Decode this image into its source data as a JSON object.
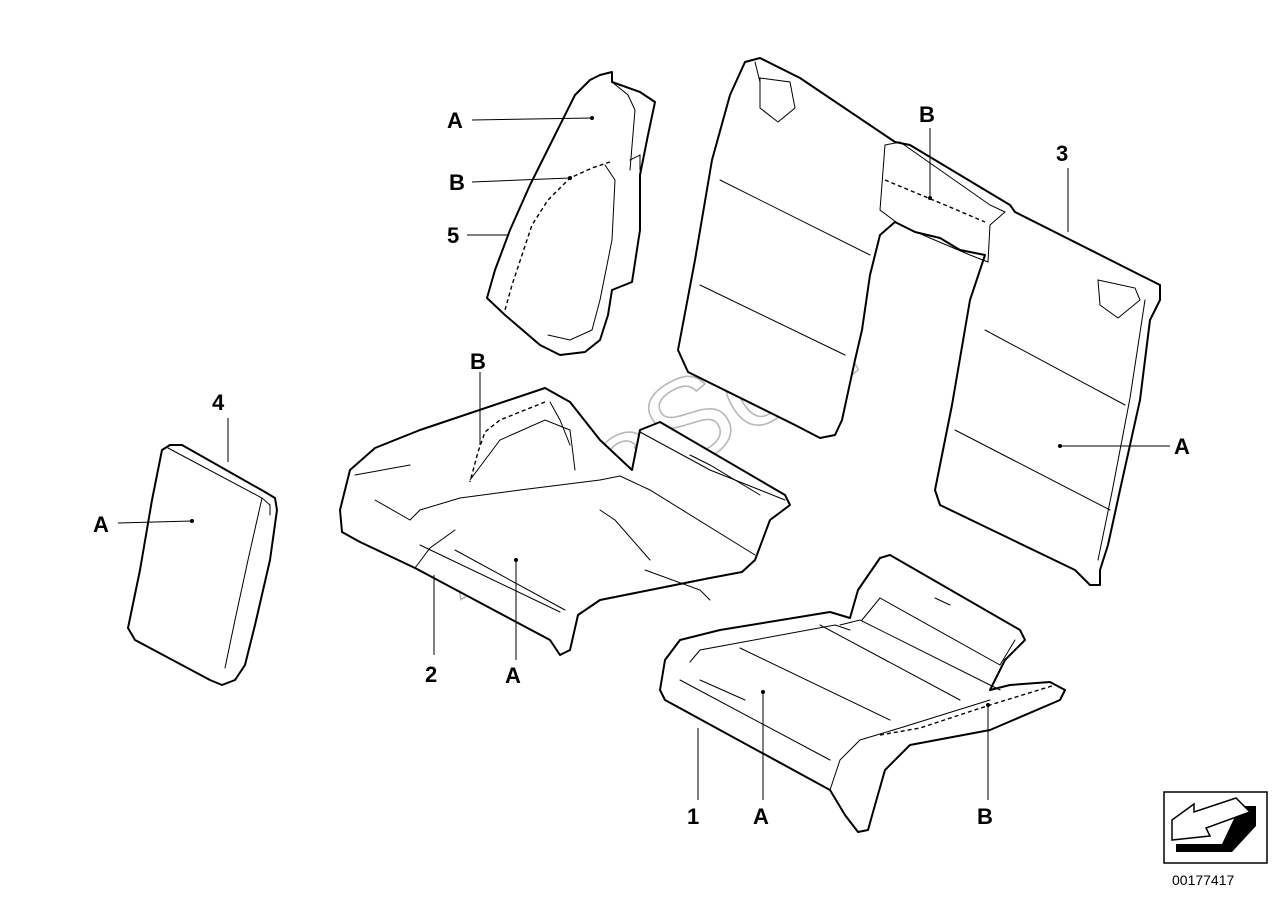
{
  "callouts": {
    "part1": "1",
    "part2": "2",
    "part3": "3",
    "part4": "4",
    "part5": "5",
    "a": "A",
    "b": "B"
  },
  "reference_number": "00177417",
  "watermark": "AutoSoft",
  "icons": {
    "orientation": "direction-arrow-icon"
  },
  "colors": {
    "line": "#000000",
    "background": "#ffffff",
    "watermark": "#b8b8b8"
  }
}
